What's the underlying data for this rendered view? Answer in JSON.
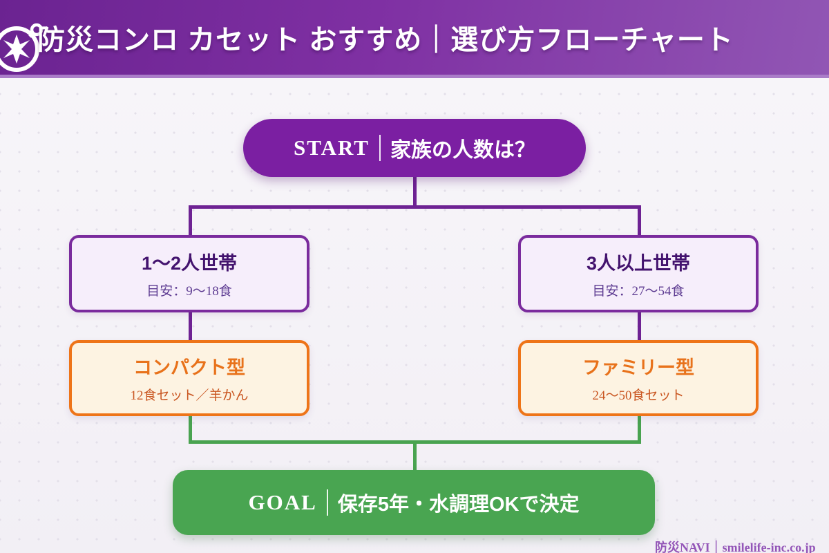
{
  "header": {
    "icon": "compass",
    "title": "防災コンロ カセット おすすめ｜選び方フローチャート"
  },
  "flow": {
    "start": {
      "prefix": "START",
      "divider": "｜",
      "question": "家族の人数は？"
    },
    "branches": [
      {
        "condition": {
          "title": "1〜2人世帯",
          "subtitle": "目安：9〜18食"
        },
        "result": {
          "title": "コンパクト型",
          "subtitle": "12食セット／羊かん"
        }
      },
      {
        "condition": {
          "title": "3人以上世帯",
          "subtitle": "目安：27〜54食"
        },
        "result": {
          "title": "ファミリー型",
          "subtitle": "24〜50食セット"
        }
      }
    ],
    "goal": {
      "prefix": "GOAL",
      "divider": "｜",
      "label": "保存5年・水調理OKで決定"
    }
  },
  "footer": {
    "brand": "防災",
    "rest": "NAVI｜smilelife-inc.co.jp"
  },
  "colors": {
    "header_gradient_start": "#6b2391",
    "header_gradient_end": "#9156b4",
    "header_underline": "#aa7cc8",
    "start_fill": "#7b1fa2",
    "purple_line": "#6e2293",
    "condition_border": "#7a2b9d",
    "condition_fill": "#f6eefb",
    "condition_title": "#43136e",
    "condition_subtitle": "#5e3c92",
    "result_border": "#ee7418",
    "result_fill": "#fdf3e2",
    "result_title": "#e8721b",
    "result_subtitle": "#c95520",
    "green_line": "#49a350",
    "goal_fill": "#49a551",
    "footer_text": "#9456b8"
  }
}
